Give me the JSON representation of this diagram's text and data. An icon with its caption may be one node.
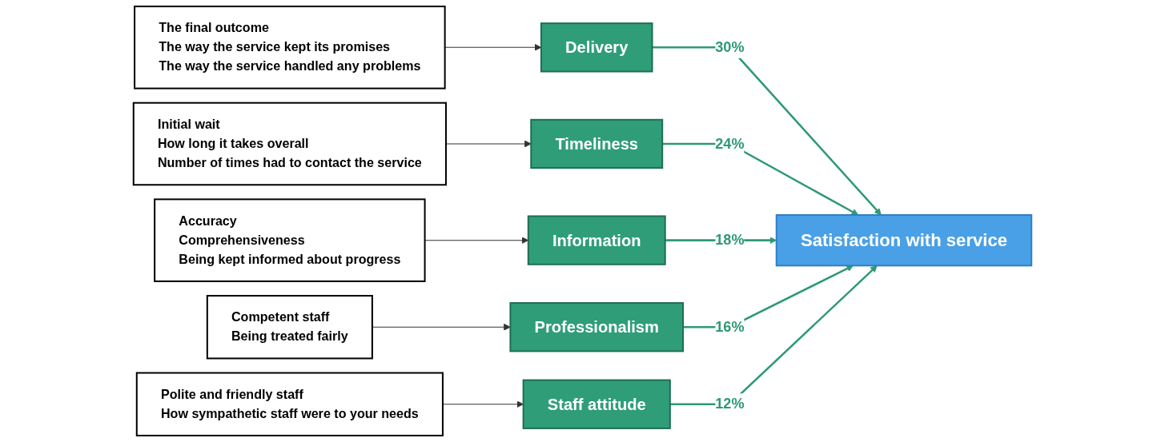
{
  "diagram": {
    "nodes": [
      {
        "text": [
          "The final outcome",
          "The way the service kept its promises",
          "The way the service handled any problems"
        ]
      },
      {
        "text": [
          "Delivery"
        ]
      },
      {
        "text": [
          "Initial wait",
          "How long it takes overall",
          "Number of times had to contact the service"
        ]
      },
      {
        "text": [
          "Timeliness"
        ]
      },
      {
        "text": [
          "Accuracy",
          "Comprehensiveness",
          "Being kept informed about progress"
        ]
      },
      {
        "text": [
          "Information"
        ]
      },
      {
        "text": [
          "Competent staff",
          "Being treated fairly"
        ]
      },
      {
        "text": [
          "Professionalism"
        ]
      },
      {
        "text": [
          "Polite and friendly staff",
          "How sympathetic staff were to your needs"
        ]
      },
      {
        "text": [
          "Staff attitude"
        ]
      },
      {
        "text": [
          "Satisfaction with service"
        ]
      }
    ],
    "edges": [
      {
        "from": 0,
        "to": 1,
        "arrow": "to"
      },
      {
        "from": 2,
        "to": 3,
        "arrow": "to"
      },
      {
        "from": 4,
        "to": 5,
        "arrow": "to"
      },
      {
        "from": 6,
        "to": 7,
        "arrow": "to"
      },
      {
        "from": 8,
        "to": 9,
        "arrow": "to"
      },
      {
        "from": 1,
        "to": 10,
        "arrow": "to",
        "label": "30%",
        "color": "#2e9a72"
      },
      {
        "from": 3,
        "to": 10,
        "arrow": "to",
        "label": "24%",
        "color": "#2e9a72"
      },
      {
        "from": 5,
        "to": 10,
        "arrow": "to",
        "label": "18%",
        "color": "#2e9a72"
      },
      {
        "from": 7,
        "to": 10,
        "arrow": "to",
        "label": "16%",
        "color": "#2e9a72"
      },
      {
        "from": 9,
        "to": 10,
        "arrow": "to",
        "label": "12%",
        "color": "#2e9a72"
      }
    ]
  }
}
